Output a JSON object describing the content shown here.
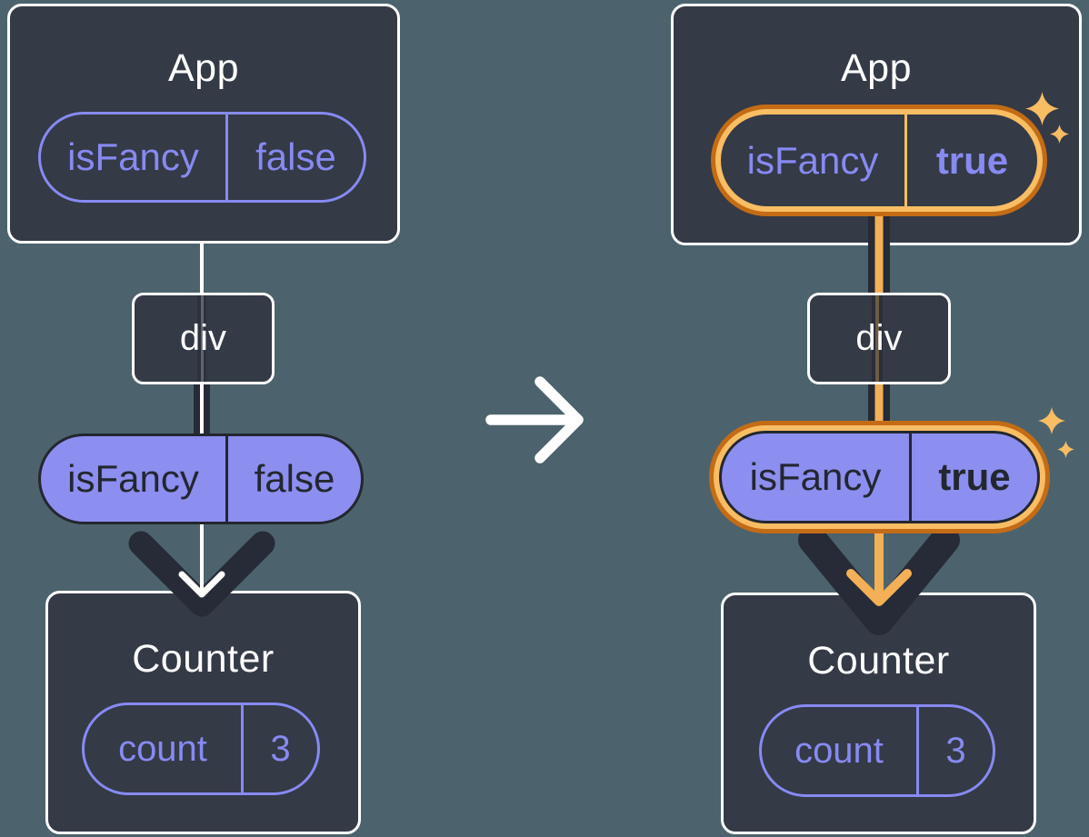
{
  "panels": {
    "before": {
      "app": {
        "title": "App",
        "prop": {
          "name": "isFancy",
          "value": "false"
        }
      },
      "container": {
        "label": "div"
      },
      "passed_prop": {
        "name": "isFancy",
        "value": "false"
      },
      "counter": {
        "title": "Counter",
        "state": {
          "name": "count",
          "value": "3"
        }
      }
    },
    "after": {
      "app": {
        "title": "App",
        "prop": {
          "name": "isFancy",
          "value": "true"
        }
      },
      "container": {
        "label": "div"
      },
      "passed_prop": {
        "name": "isFancy",
        "value": "true"
      },
      "counter": {
        "title": "Counter",
        "state": {
          "name": "count",
          "value": "3"
        }
      }
    }
  },
  "icons": {
    "transition": "arrow-right-icon",
    "flow": "arrow-down-icon",
    "highlight": "sparkle-icon"
  },
  "colors": {
    "background": "#4C636D",
    "card": "#343A46",
    "card_border": "#FFFFFF",
    "purple": "#878AF2",
    "purple_fill": "#8C8EF0",
    "dark": "#23272F",
    "arrow_dark": "#262B37",
    "orange_light": "#F9BD63",
    "orange_mid": "#F4B056",
    "orange_dark": "#C36C15",
    "white": "#FFFFFF"
  }
}
